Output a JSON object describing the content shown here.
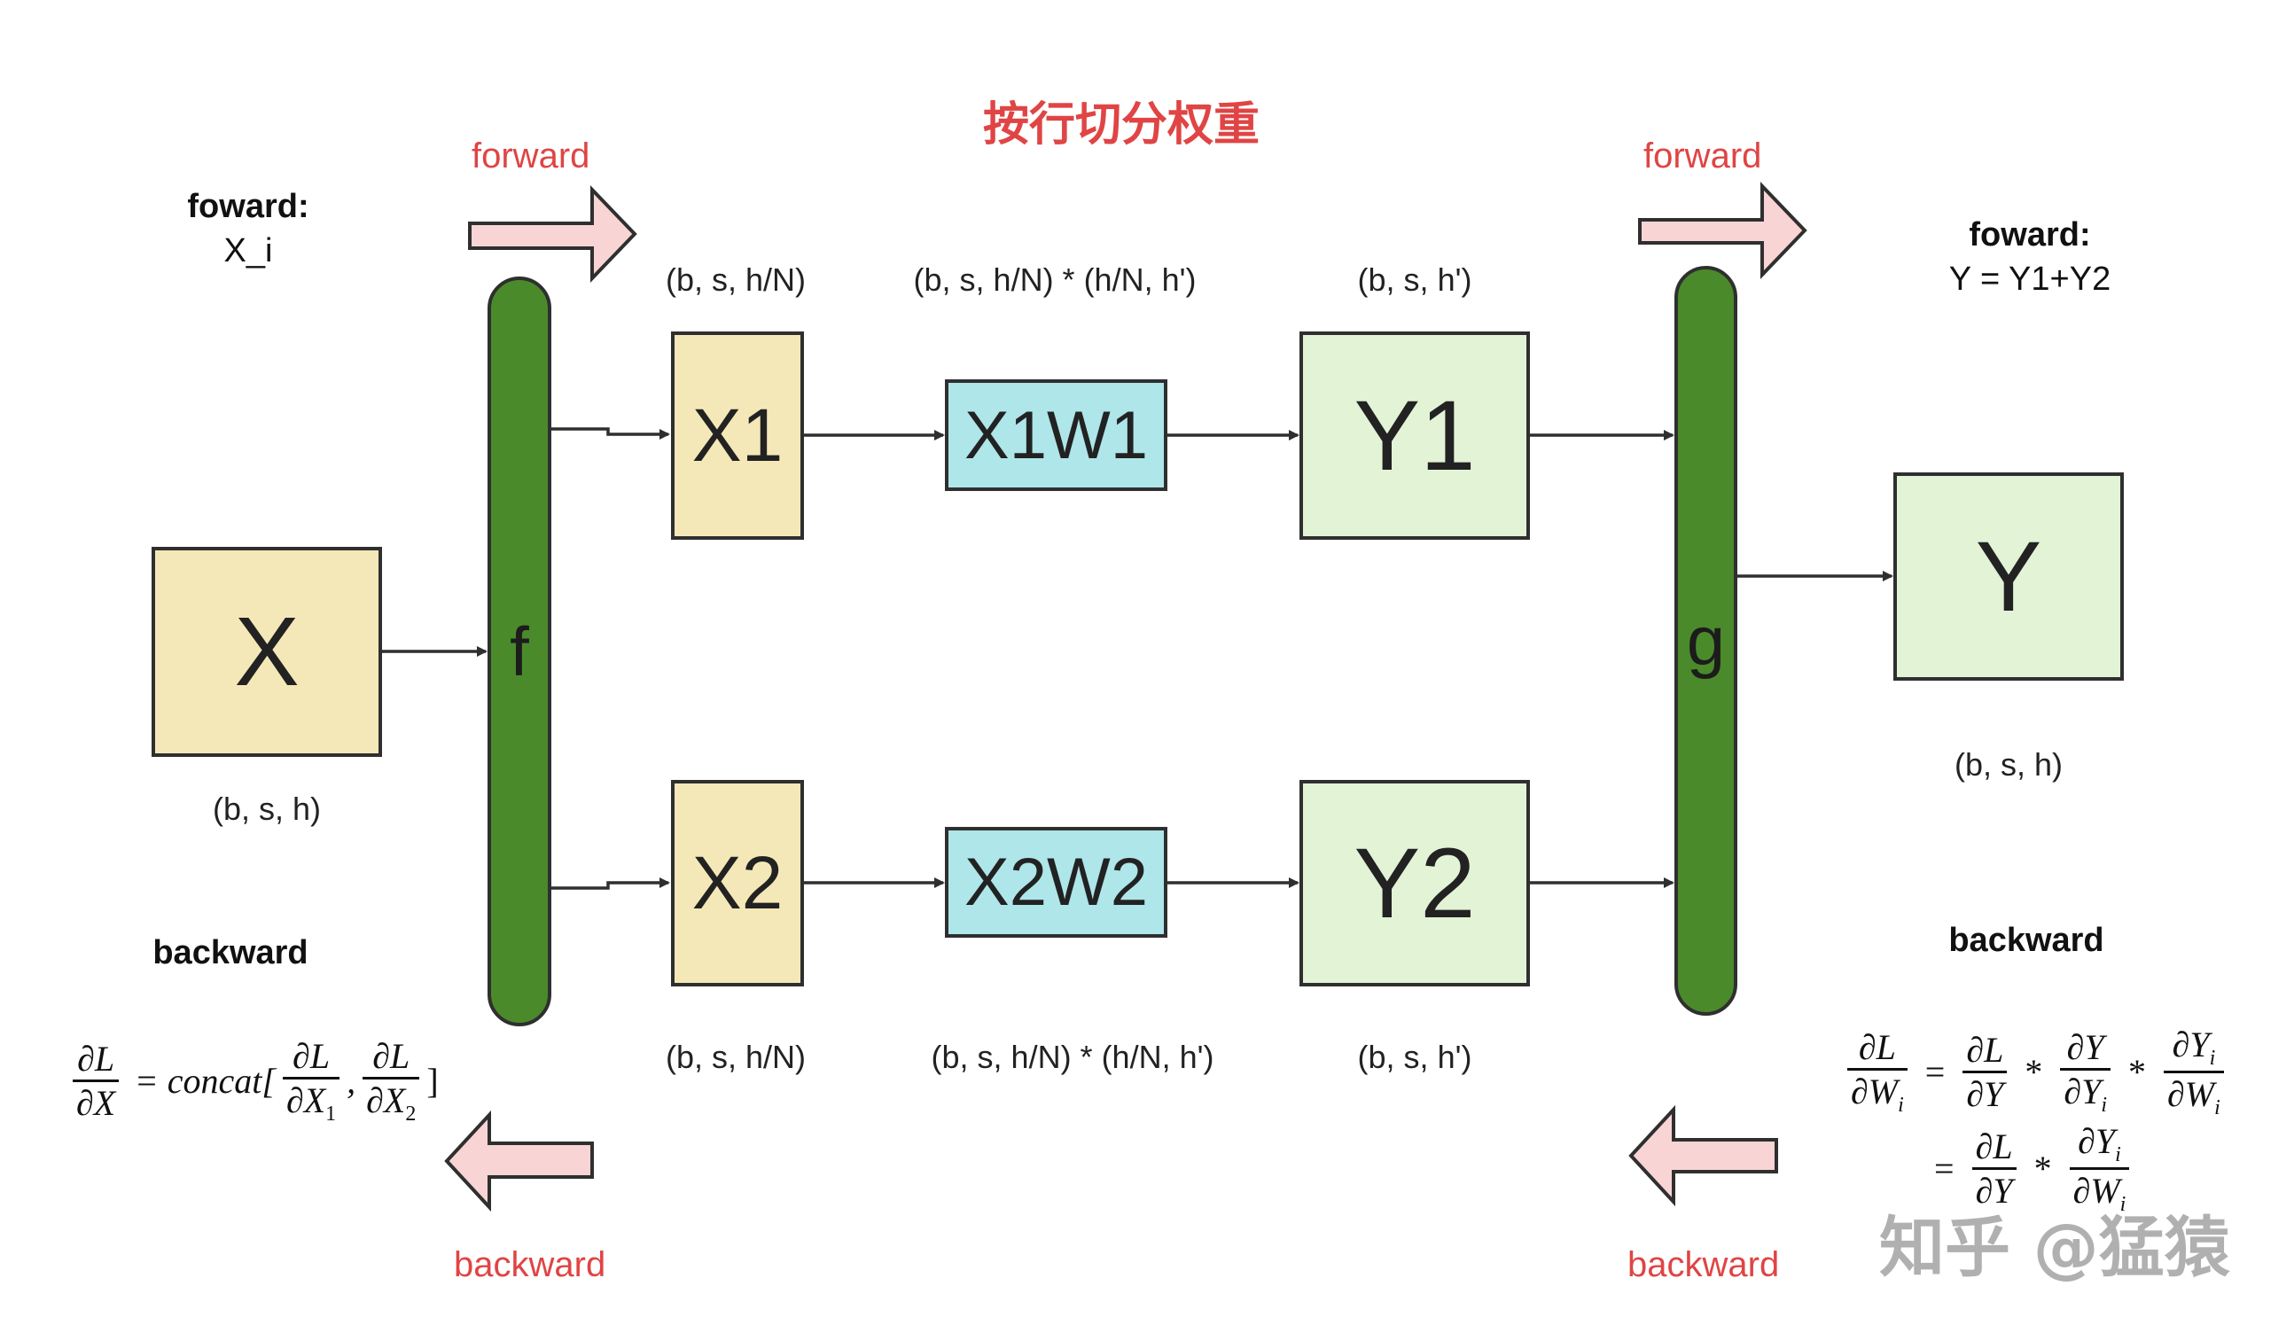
{
  "title": "按行切分权重",
  "colors": {
    "accent_red": "#e04444",
    "input_fill": "#f4e8b8",
    "matmul_fill": "#aee6ea",
    "output_fill": "#e2f3d6",
    "operator_fill": "#4a8a2a",
    "arrow_fill": "#f8d4d4",
    "stroke": "#2f2f2f",
    "watermark": "#b0b0b0"
  },
  "left": {
    "forward_label": "forward",
    "backward_label": "backward",
    "forward_note_title": "foward:",
    "forward_note_value": "X_i",
    "backward_note_title": "backward",
    "input_box": "X",
    "input_shape": "(b, s, h)",
    "operator": "f",
    "backward_formula": {
      "lhs_num": "∂L",
      "lhs_den": "∂X",
      "eq": "=",
      "fn": "concat[",
      "t1_num": "∂L",
      "t1_den": "∂X",
      "t1_sub": "1",
      "sep": ",",
      "t2_num": "∂L",
      "t2_den": "∂X",
      "t2_sub": "2",
      "close": "]"
    }
  },
  "middle": {
    "top": {
      "split_box": "X1",
      "matmul_box": "X1W1",
      "output_box": "Y1",
      "split_shape": "(b, s, h/N)",
      "matmul_shape": "(b, s, h/N) * (h/N, h')",
      "output_shape": "(b, s, h')"
    },
    "bottom": {
      "split_box": "X2",
      "matmul_box": "X2W2",
      "output_box": "Y2",
      "split_shape": "(b, s, h/N)",
      "matmul_shape": "(b, s, h/N) * (h/N, h')",
      "output_shape": "(b, s, h')"
    }
  },
  "right": {
    "forward_label": "forward",
    "backward_label": "backward",
    "forward_note_title": "foward:",
    "forward_note_value": "Y = Y1+Y2",
    "backward_note_title": "backward",
    "operator": "g",
    "output_box": "Y",
    "output_shape": "(b, s, h)",
    "backward_formula": {
      "lhs_num": "∂L",
      "lhs_den": "∂W",
      "lhs_den_sub": "i",
      "eq": "=",
      "a_num": "∂L",
      "a_den": "∂Y",
      "mul": "*",
      "b_num": "∂Y",
      "b_den": "∂Y",
      "b_den_sub": "i",
      "c_num": "∂Y",
      "c_num_sub": "i",
      "c_den": "∂W",
      "c_den_sub": "i"
    }
  },
  "watermark": "知乎 @猛猿"
}
